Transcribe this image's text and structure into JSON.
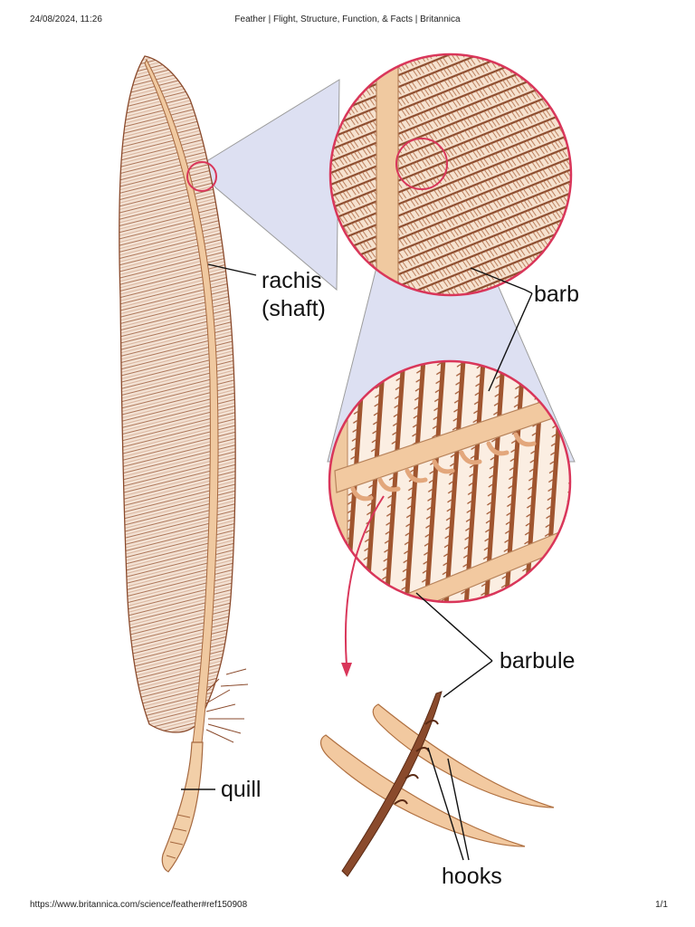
{
  "header": {
    "datetime": "24/08/2024, 11:26",
    "title": "Feather | Flight, Structure, Function, & Facts | Britannica"
  },
  "footer": {
    "url": "https://www.britannica.com/science/feather#ref150908",
    "page": "1/1"
  },
  "labels": {
    "rachis": "rachis",
    "shaft": "(shaft)",
    "barb": "barb",
    "barbule": "barbule",
    "quill": "quill",
    "hooks": "hooks"
  },
  "colors": {
    "feather_brown": "#8a4a2c",
    "shaft_tan": "#f0c9a0",
    "highlight_circle": "#d9365a",
    "callout_fill": "#dde0f2"
  }
}
